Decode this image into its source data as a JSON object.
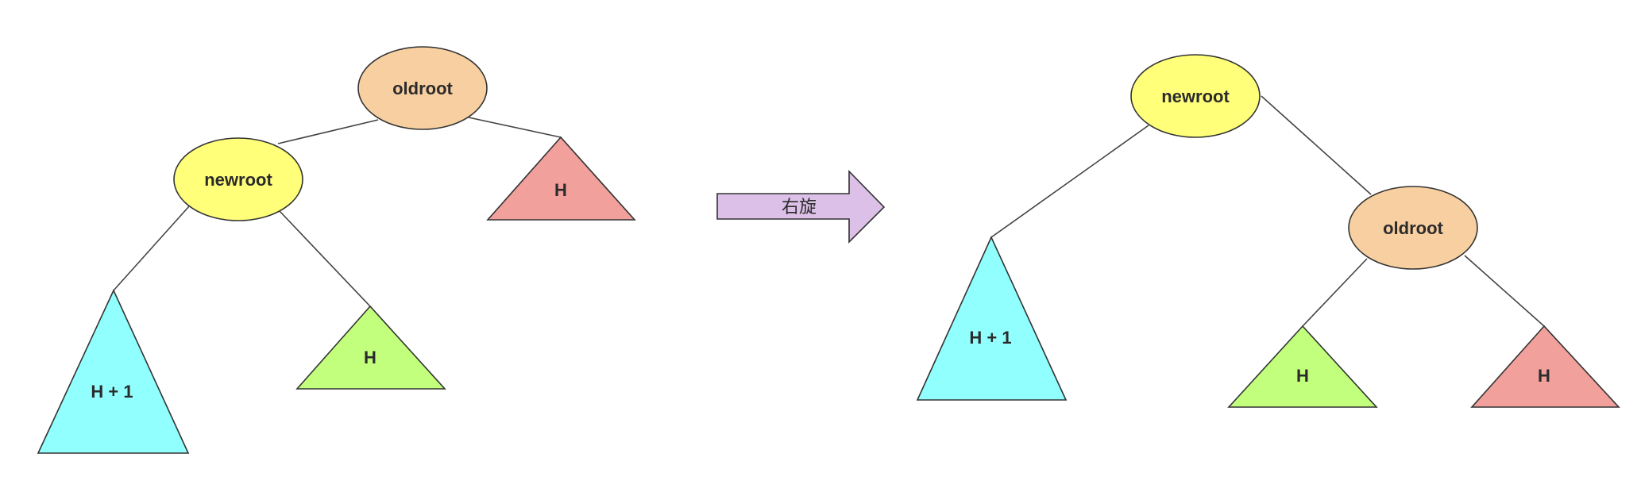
{
  "before": {
    "root": {
      "label": "oldroot"
    },
    "left_child": {
      "label": "newroot"
    },
    "right_subtree": {
      "label": "H"
    },
    "left_left_subtree": {
      "label": "H + 1"
    },
    "left_right_subtree": {
      "label": "H"
    }
  },
  "transition": {
    "label": "右旋"
  },
  "after": {
    "root": {
      "label": "newroot"
    },
    "right_child": {
      "label": "oldroot"
    },
    "left_subtree": {
      "label": "H + 1"
    },
    "right_left_subtree": {
      "label": "H"
    },
    "right_right_subtree": {
      "label": "H"
    }
  },
  "colors": {
    "oldroot_fill": "#f8cfa0",
    "newroot_fill": "#ffff7a",
    "h_plus_1_fill": "#92ffff",
    "h_green_fill": "#c2ff7c",
    "h_red_fill": "#f1a09c",
    "arrow_fill": "#dcc0e8"
  }
}
